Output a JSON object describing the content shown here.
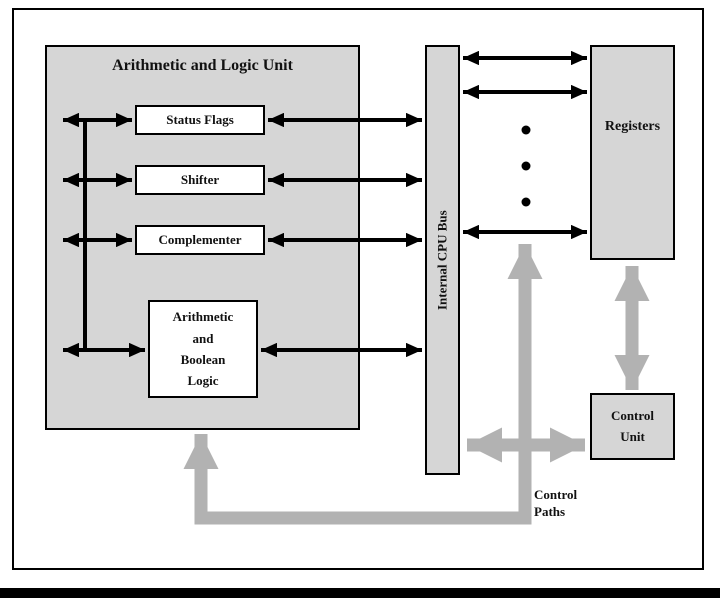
{
  "labels": {
    "alu_title": "Arithmetic and Logic Unit",
    "status_flags": "Status Flags",
    "shifter": "Shifter",
    "complementer": "Complementer",
    "arith_boolean": "Arithmetic\nand\nBoolean\nLogic",
    "bus": "Internal CPU Bus",
    "registers": "Registers",
    "control_unit": "Control\nUnit",
    "control_paths": "Control\nPaths"
  },
  "colors": {
    "box_fill": "#d6d6d6",
    "arrow_black": "#000000",
    "arrow_gray": "#b2b2b2"
  }
}
